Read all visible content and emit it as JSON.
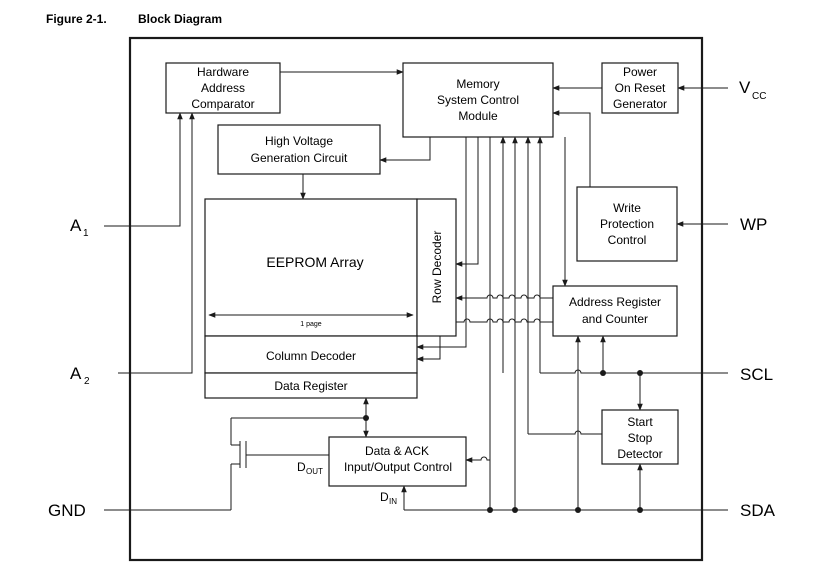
{
  "figure": {
    "number": "Figure 2-1.",
    "title": "Block Diagram"
  },
  "blocks": {
    "hw_comparator": [
      "Hardware",
      "Address",
      "Comparator"
    ],
    "memory_control": [
      "Memory",
      "System Control",
      "Module"
    ],
    "power_on_reset": [
      "Power",
      "On Reset",
      "Generator"
    ],
    "high_voltage": [
      "High Voltage",
      "Generation Circuit"
    ],
    "write_protection": [
      "Write",
      "Protection",
      "Control"
    ],
    "eeprom_array": "EEPROM Array",
    "page_label": "1 page",
    "row_decoder": "Row Decoder",
    "address_register": [
      "Address Register",
      "and Counter"
    ],
    "column_decoder": "Column Decoder",
    "data_register": "Data Register",
    "data_ack": [
      "Data & ACK",
      "Input/Output Control"
    ],
    "start_stop": [
      "Start",
      "Stop",
      "Detector"
    ]
  },
  "signals": {
    "dout": {
      "main": "D",
      "sub": "OUT"
    },
    "din": {
      "main": "D",
      "sub": "IN"
    }
  },
  "pins": {
    "a1": {
      "main": "A",
      "sub": "1"
    },
    "a2": {
      "main": "A",
      "sub": "2"
    },
    "gnd": "GND",
    "vcc": {
      "main": "V",
      "sub": "CC"
    },
    "wp": "WP",
    "scl": "SCL",
    "sda": "SDA"
  }
}
